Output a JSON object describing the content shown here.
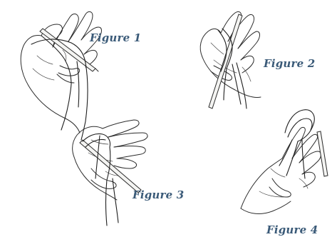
{
  "figures": [
    {
      "caption": "Figure 1"
    },
    {
      "caption": "Figure 2"
    },
    {
      "caption": "Figure 3"
    },
    {
      "caption": "Figure 4"
    }
  ],
  "colors": {
    "caption_text": "#3a5a78",
    "line_art": "#2b2b2b"
  },
  "icons": {
    "figure_1": "hand-slingshot-cast-on-illustration",
    "figure_2": "hand-needle-loop-illustration",
    "figure_3": "hand-needle-through-loop-illustration",
    "figure_4": "hand-loop-tightening-illustration"
  }
}
